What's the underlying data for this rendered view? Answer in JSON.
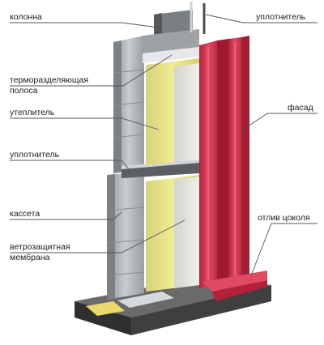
{
  "labels": {
    "kolonna": "колонна",
    "uplotnitel_top": "уплотнитель",
    "termo_line1": "терморазделяющая",
    "termo_line2": "полоса",
    "uteplitel": "утеплитель",
    "fasad": "фасад",
    "uplotnitel_mid": "уплотнитель",
    "kasseta": "кассета",
    "otliv": "отлив цоколя",
    "membrana_line1": "ветрозащитная",
    "membrana_line2": "мембрана"
  },
  "colors": {
    "facade_red": "#d8334f",
    "insulation_yellow": "#e8e27a",
    "steel_gray": "#a8acaf",
    "base_dark": "#3a3a3a",
    "leader_line": "#555555"
  }
}
